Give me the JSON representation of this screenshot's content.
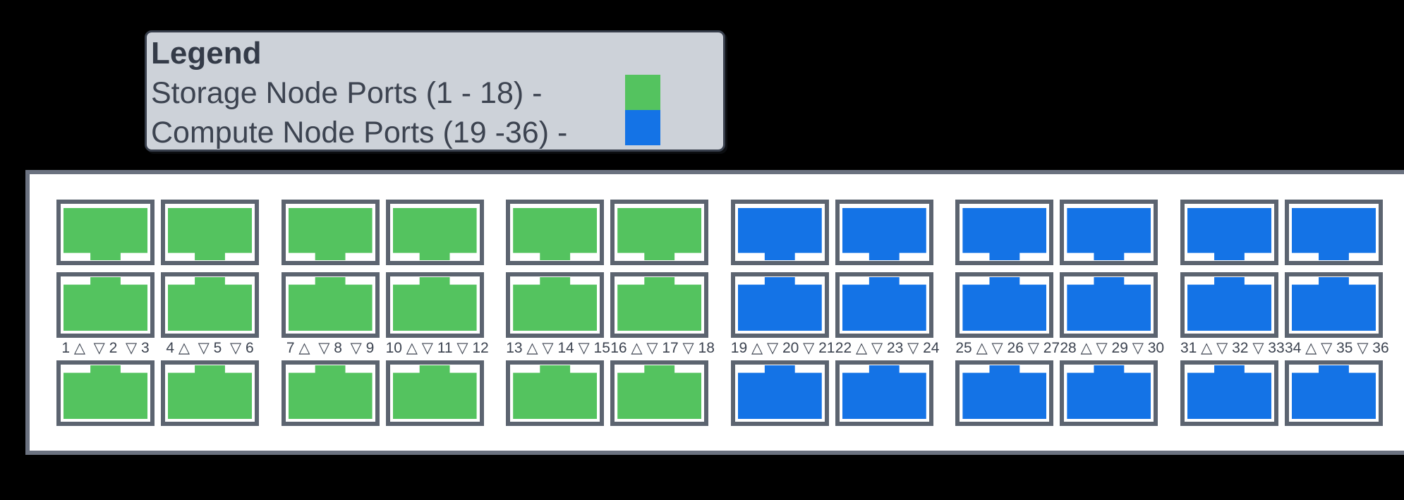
{
  "colors": {
    "background": "#000000",
    "storage_green": "#54c35f",
    "compute_blue": "#1473e6",
    "port_border": "#5c6470",
    "panel_border": "#6b7280",
    "panel_background": "#ffffff",
    "legend_background": "#cdd2d9",
    "legend_border": "#383f4c",
    "text": "#3c4350"
  },
  "legend": {
    "title": "Legend",
    "entries": [
      {
        "id": "storage",
        "label": "Storage Node Ports (1 - 18) -",
        "swatch_color": "#54c35f"
      },
      {
        "id": "compute",
        "label": "Compute Node Ports (19 -36) -",
        "swatch_color": "#1473e6"
      }
    ]
  },
  "switch_panel": {
    "row_orientations": [
      "tab-down",
      "tab-up",
      "tab-up"
    ],
    "port_groups": [
      {
        "type": "storage",
        "color": "#54c35f",
        "columns": [
          {
            "ports": [
              1,
              2,
              3
            ],
            "label": "1 △  ▽ 2  ▽ 3"
          },
          {
            "ports": [
              4,
              5,
              6
            ],
            "label": "4 △  ▽ 5  ▽ 6"
          }
        ]
      },
      {
        "type": "storage",
        "color": "#54c35f",
        "columns": [
          {
            "ports": [
              7,
              8,
              9
            ],
            "label": "7 △  ▽ 8  ▽ 9"
          },
          {
            "ports": [
              10,
              11,
              12
            ],
            "label": "10 △ ▽ 11 ▽ 12"
          }
        ]
      },
      {
        "type": "storage",
        "color": "#54c35f",
        "columns": [
          {
            "ports": [
              13,
              14,
              15
            ],
            "label": "13 △ ▽ 14 ▽ 15"
          },
          {
            "ports": [
              16,
              17,
              18
            ],
            "label": "16 △ ▽ 17 ▽ 18"
          }
        ]
      },
      {
        "type": "compute",
        "color": "#1473e6",
        "columns": [
          {
            "ports": [
              19,
              20,
              21
            ],
            "label": "19 △ ▽ 20 ▽ 21"
          },
          {
            "ports": [
              22,
              23,
              24
            ],
            "label": "22 △ ▽ 23 ▽ 24"
          }
        ]
      },
      {
        "type": "compute",
        "color": "#1473e6",
        "columns": [
          {
            "ports": [
              25,
              26,
              27
            ],
            "label": "25 △ ▽ 26 ▽ 27"
          },
          {
            "ports": [
              28,
              29,
              30
            ],
            "label": "28 △ ▽ 29 ▽ 30"
          }
        ]
      },
      {
        "type": "compute",
        "color": "#1473e6",
        "columns": [
          {
            "ports": [
              31,
              32,
              33
            ],
            "label": "31 △ ▽ 32 ▽ 33"
          },
          {
            "ports": [
              34,
              35,
              36
            ],
            "label": "34 △ ▽ 35 ▽ 36"
          }
        ]
      }
    ]
  }
}
